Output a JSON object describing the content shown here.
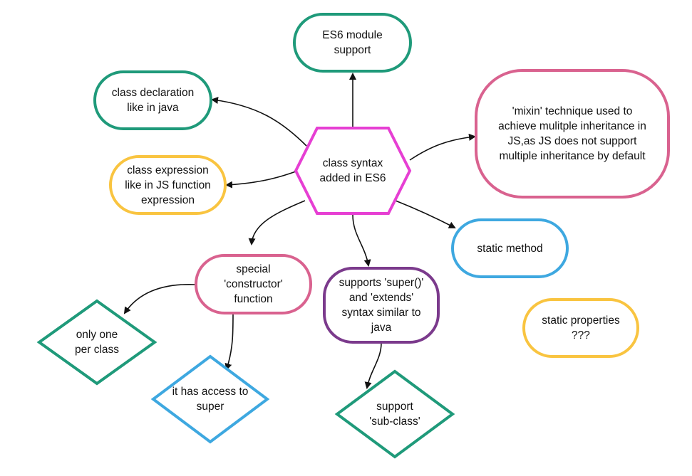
{
  "colors": {
    "teal": "#1f9a7a",
    "yellow": "#f9c440",
    "pink": "#d9628f",
    "magenta": "#e63fd3",
    "blue": "#3ea8e0",
    "purple": "#7b3a8c",
    "edge": "#111111"
  },
  "nodes": {
    "center": "class syntax\nadded in ES6",
    "es6_module": "ES6 module\nsupport",
    "class_declaration": "class declaration\nlike  in java",
    "class_expression": "class expression\nlike  in JS function\nexpression",
    "mixin": "'mixin' technique used to\nachieve mulitple inheritance in\nJS,as JS does not support\nmultiple inheritance by default",
    "static_method": "static method",
    "static_properties": "static properties\n???",
    "constructor": "special\n'constructor'\nfunction",
    "super_extends": "supports 'super()'\nand 'extends'\nsyntax similar to\njava",
    "only_one": "only one\nper class",
    "access_super": "it has access to\nsuper",
    "sub_class": "support\n'sub-class'"
  }
}
